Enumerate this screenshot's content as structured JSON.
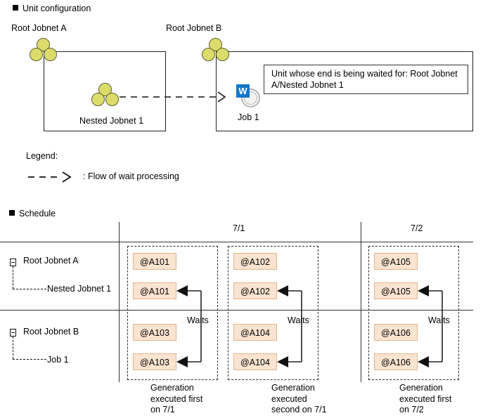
{
  "sections": {
    "unit_configuration": {
      "heading": "Unit configuration",
      "root_a_label": "Root Jobnet A",
      "root_b_label": "Root Jobnet B",
      "nested_label": "Nested Jobnet 1",
      "job_label": "Job 1",
      "job_icon_badge": "W",
      "callout_text": "Unit whose end is being waited for:\nRoot Jobnet A/Nested Jobnet 1"
    },
    "legend": {
      "heading": "Legend:",
      "entry_text": ": Flow of wait processing"
    },
    "schedule": {
      "heading": "Schedule",
      "date_columns": [
        "7/1",
        "7/2"
      ],
      "rows": [
        {
          "parent": "Root Jobnet A",
          "child": "Nested Jobnet 1"
        },
        {
          "parent": "Root Jobnet B",
          "child": "Job 1"
        }
      ],
      "wait_label": "Waits",
      "generations": [
        {
          "jobnet_a_parent": "@A101",
          "jobnet_a_child": "@A101",
          "jobnet_b_parent": "@A103",
          "jobnet_b_child": "@A103",
          "caption": "Generation\nexecuted first\non 7/1"
        },
        {
          "jobnet_a_parent": "@A102",
          "jobnet_a_child": "@A102",
          "jobnet_b_parent": "@A104",
          "jobnet_b_child": "@A104",
          "caption": "Generation\nexecuted\nsecond on 7/1"
        },
        {
          "jobnet_a_parent": "@A105",
          "jobnet_a_child": "@A105",
          "jobnet_b_parent": "@A106",
          "jobnet_b_child": "@A106",
          "caption": "Generation\nexecuted first\non 7/2"
        }
      ]
    }
  },
  "colors": {
    "jobnet_circle": "#dcdc6b",
    "generation_box": "#fae3cf",
    "wait_badge": "#1476c6",
    "line": "#333333"
  }
}
